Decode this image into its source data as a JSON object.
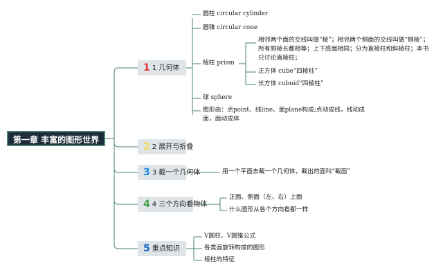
{
  "root": {
    "label": "第一章 丰富的图形世界"
  },
  "branches": [
    {
      "num": "1",
      "label": "1 几何体",
      "color": "#e53935",
      "children": [
        {
          "text": "圆柱 circular cylinder"
        },
        {
          "text": "圆锥 circular cone"
        },
        {
          "text": "棱柱 prism",
          "children": [
            {
              "text": "相邻两个面的交线叫做“棱”；相邻两个侧面的交线叫做“侧棱”；所有侧棱长都相等；上下底面相同；分为直棱柱和斜棱柱；本书只讨论直棱柱；"
            },
            {
              "text": "正方体 cube“四棱柱”"
            },
            {
              "text": "长方体 cuboid“四棱柱”"
            }
          ]
        },
        {
          "text": "球 sphere"
        },
        {
          "text": "图形由：点point、线line、面plane构成;点动成线，线动成面，面动成体"
        }
      ]
    },
    {
      "num": "2",
      "label": "2 展开与折叠",
      "color": "#f2dc5d",
      "children": []
    },
    {
      "num": "3",
      "label": "3 截一个几何体",
      "color": "#1e88e5",
      "children": [
        {
          "text": "用一个平面去截一个几何体，截出的面叫“截面”"
        }
      ]
    },
    {
      "num": "4",
      "label": "4 三个方向看物体",
      "color": "#43a047",
      "children": [
        {
          "text": "正面、侧面（左、右）上面"
        },
        {
          "text": "什么图形从各个方向看都一样"
        }
      ]
    },
    {
      "num": "5",
      "label": "重点知识",
      "color": "#1565c0",
      "children": [
        {
          "text": "V圆柱、V圆锥公式"
        },
        {
          "text": "各类面旋转构成的图形"
        },
        {
          "text": "棱柱的特征"
        }
      ]
    }
  ]
}
